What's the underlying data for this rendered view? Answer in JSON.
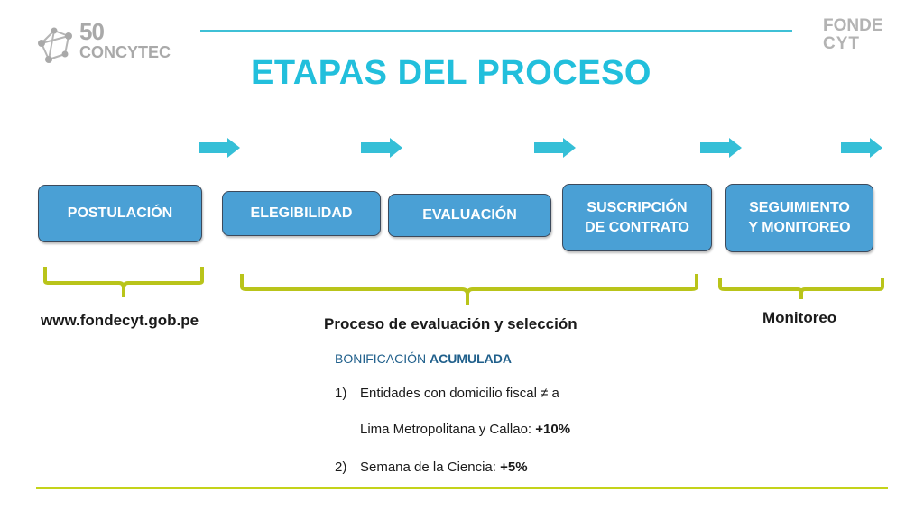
{
  "logos": {
    "left_num": "50",
    "left_name": "CONCYTEC",
    "right_line1": "FONDE",
    "right_line2": "CYT"
  },
  "title": "ETAPAS DEL PROCESO",
  "stages": [
    {
      "label": "POSTULACIÓN"
    },
    {
      "label": "ELEGIBILIDAD"
    },
    {
      "label": "EVALUACIÓN"
    },
    {
      "label": "SUSCRIPCIÓN\nDE CONTRATO"
    },
    {
      "label": "SEGUIMIENTO\nY MONITOREO"
    }
  ],
  "groups": {
    "website": "www.fondecyt.gob.pe",
    "evaluation": "Proceso de evaluación y selección",
    "monitoring": "Monitoreo"
  },
  "bonus": {
    "heading_part1": "BONIFICACIÓN",
    "heading_part2": "ACUMULADA",
    "items": [
      {
        "num": "1)",
        "line1": "Entidades  con  domicilio  fiscal  ≠  a",
        "line2": "Lima Metropolitana y Callao: ",
        "value": "+10%"
      },
      {
        "num": "2)",
        "line1": "",
        "line2": "Semana de la Ciencia: ",
        "value": "+5%"
      }
    ]
  },
  "colors": {
    "accent": "#22bfdc",
    "box_fill": "#4aa0d5",
    "brace": "#b9c41a",
    "rule_bottom": "#c4d31a"
  }
}
